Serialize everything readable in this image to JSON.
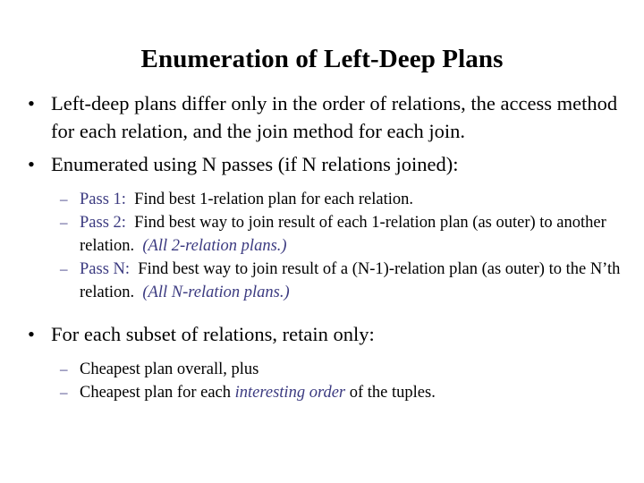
{
  "slide": {
    "title": "Enumeration of Left-Deep Plans",
    "bullet_glyph": "•",
    "dash_glyph": "–",
    "accent_color": "#3b3a80",
    "text_color": "#000000",
    "background_color": "#ffffff"
  },
  "content": {
    "bullet1": {
      "text": "Left-deep plans differ only in the order of relations, the access method for each relation, and the join method for each join."
    },
    "bullet2": {
      "text": "Enumerated using N passes (if N relations joined):",
      "sub": [
        {
          "label": "Pass 1:",
          "body": "Find best 1-relation plan for each relation.",
          "note": ""
        },
        {
          "label": "Pass 2:",
          "body": "Find best way to join result of each 1-relation plan (as outer) to another relation.",
          "note": "(All 2-relation plans.)"
        },
        {
          "label": "Pass N:",
          "body": "Find best way to join result of a (N-1)-relation plan (as outer) to the N’th relation.",
          "note": "(All N-relation plans.)"
        }
      ]
    },
    "bullet3": {
      "text": "For each subset of relations, retain only:",
      "sub": [
        {
          "pre": "Cheapest plan overall, plus",
          "emphasis": "",
          "post": ""
        },
        {
          "pre": "Cheapest plan for each ",
          "emphasis": "interesting order",
          "post": " of the tuples."
        }
      ]
    }
  }
}
